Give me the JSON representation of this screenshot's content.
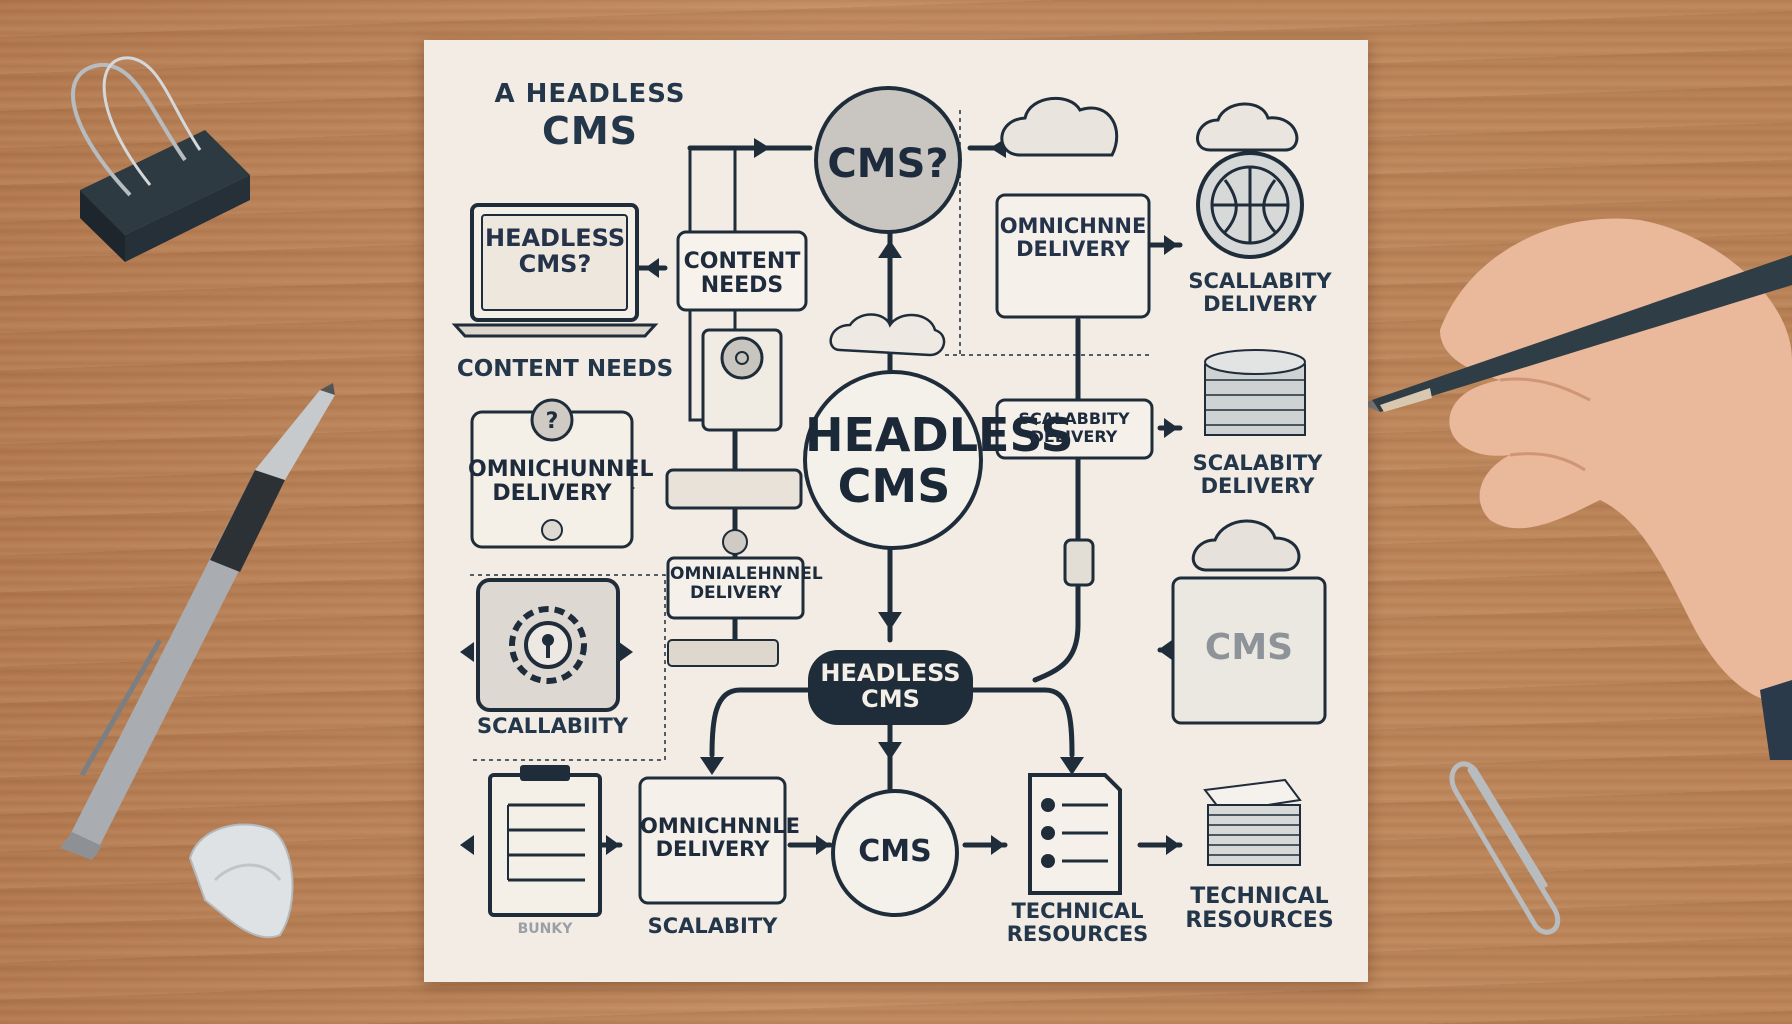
{
  "title": {
    "line1": "A HEADLESS",
    "line2": "CMS"
  },
  "nodes": {
    "cms_top": "CMS?",
    "laptop_screen": "HEADLESS\nCMS?",
    "content_needs_box": "CONTENT\nNEEDS",
    "content_needs_caption": "CONTENT NEEDS",
    "omnichannel_left": "OMNICHUNNEL\nDELIVERY",
    "headless_center": "HEADLESS\nCMS",
    "omnichannel_mid": "OMNIALEHNNEL\nDELIVERY",
    "omnichannel_right_top": "OMNICHNNE\nDELIVERY",
    "scalability_delivery_1": "SCALLABITY\nDELIVERY",
    "scalability_delivery_box": "SCALABBITY\nDELIVERY",
    "scalability_delivery_2": "SCALABITY\nDELIVERY",
    "cms_right": "CMS",
    "gear_caption": "SCALLABIITY",
    "headless_pill": "HEADLESS\nCMS",
    "checklist_caption": "BUNKY",
    "omnichannel_bottom": "OMNICHNNLE\nDELIVERY",
    "scalability_bottom": "SCALABITY",
    "cms_bottom": "CMS",
    "technical_resources_1": "TECHNICAL\nRESOURCES",
    "technical_resources_2": "TECHNICAL\nRESOURCES"
  },
  "colors": {
    "ink": "#1f2c3a",
    "paper": "#f2ece4",
    "desk": "#b97f55"
  }
}
